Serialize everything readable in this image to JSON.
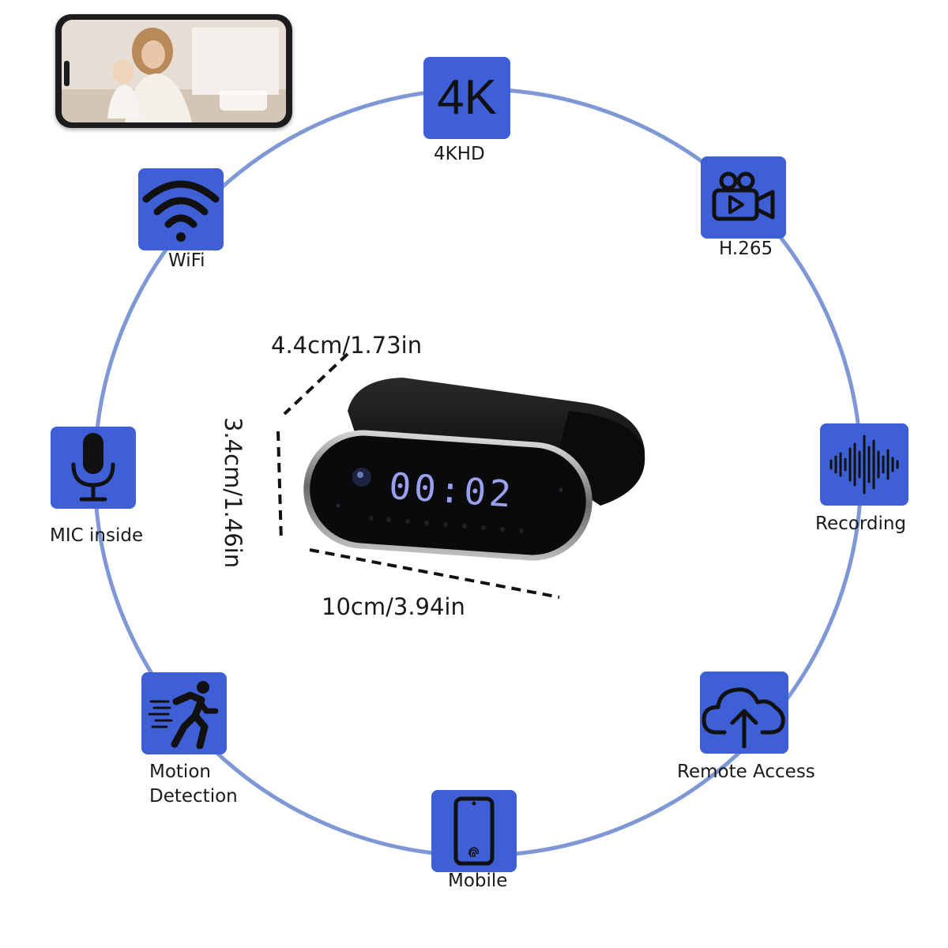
{
  "features": [
    {
      "id": "4k",
      "label": "4KHD",
      "icon": "4k-icon",
      "icon_text": "4K"
    },
    {
      "id": "h265",
      "label": "H.265",
      "icon": "video-camera-icon"
    },
    {
      "id": "recording",
      "label": "Recording",
      "icon": "sound-wave-icon"
    },
    {
      "id": "remote",
      "label": "Remote Access",
      "icon": "cloud-upload-icon"
    },
    {
      "id": "mobile",
      "label": "Mobile",
      "icon": "smartphone-icon"
    },
    {
      "id": "motion",
      "label_line1": "Motion",
      "label_line2": "Detection",
      "icon": "running-person-icon"
    },
    {
      "id": "mic",
      "label": "MIC inside",
      "icon": "microphone-icon"
    },
    {
      "id": "wifi",
      "label": "WiFi",
      "icon": "wifi-icon"
    }
  ],
  "dimensions": {
    "depth": "4.4cm/1.73in",
    "height": "3.4cm/1.46in",
    "width": "10cm/3.94in"
  },
  "clock_display": "00:02",
  "colors": {
    "box": "#3e5fd6",
    "ring": "#7f97d4",
    "clock_digits": "#9aa0ee",
    "device": "#111111"
  }
}
